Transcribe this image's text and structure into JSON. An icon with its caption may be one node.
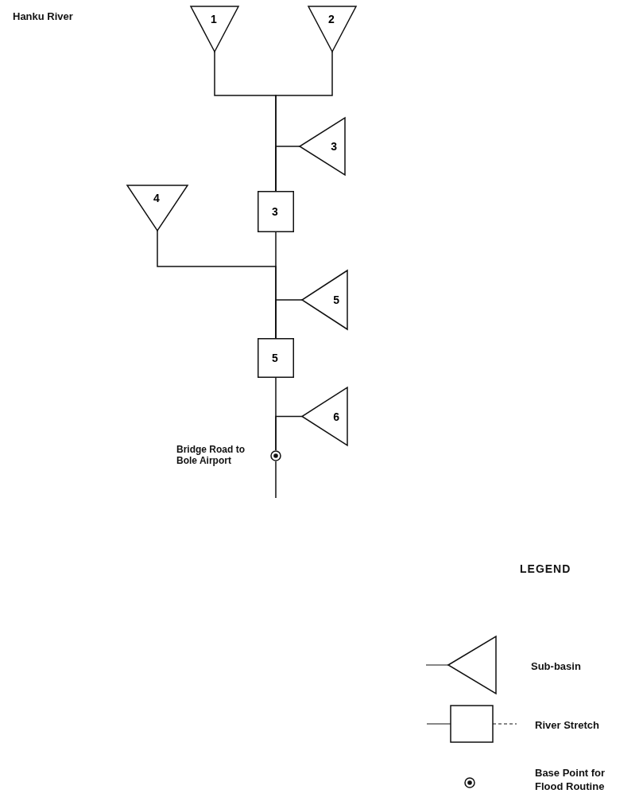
{
  "diagram": {
    "title": "Hanku River",
    "nodes": [
      {
        "text": [
          "1"
        ]
      },
      {
        "text": [
          "2"
        ]
      },
      {
        "text": [
          "3"
        ]
      },
      {
        "text": [
          "3"
        ]
      },
      {
        "text": [
          "4"
        ]
      },
      {
        "text": [
          "5"
        ]
      },
      {
        "text": [
          "5"
        ]
      },
      {
        "text": [
          "6"
        ]
      },
      {
        "text": [],
        "shape": "circle",
        "beside": [
          "Bridge Road to Bole Airport"
        ]
      }
    ],
    "edges": [
      {
        "from": 0,
        "to": 3,
        "arrow": "none"
      },
      {
        "from": 1,
        "to": 3,
        "arrow": "none"
      },
      {
        "from": 2,
        "to": 3,
        "arrow": "none"
      },
      {
        "from": 3,
        "to": 6,
        "arrow": "none"
      },
      {
        "from": 4,
        "to": 6,
        "arrow": "none"
      },
      {
        "from": 5,
        "to": 6,
        "arrow": "none"
      },
      {
        "from": 6,
        "to": 8,
        "arrow": "none"
      },
      {
        "from": 7,
        "to": 8,
        "arrow": "none"
      },
      {
        "from": 8,
        "to": null,
        "arrow": "none"
      }
    ],
    "labels": [
      "LEGEND"
    ],
    "legend": [
      {
        "text": "Sub-basin"
      },
      {
        "text": "River Stretch"
      },
      {
        "text": "Base Point for Flood Routine"
      }
    ]
  }
}
